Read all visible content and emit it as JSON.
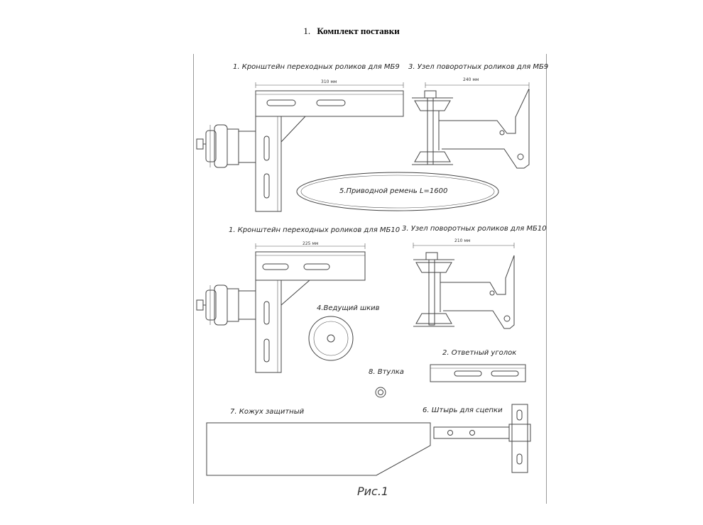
{
  "heading": {
    "number": "1.",
    "title": "Комплект поставки"
  },
  "labels": {
    "bracket_mb9": "1. Кронштейн переходных роликов для МБ9",
    "swivel_mb9": "3. Узел поворотных роликов для МБ9",
    "belt": "5.Приводной ремень L=1600",
    "bracket_mb10": "1. Кронштейн переходных роликов для МБ10",
    "swivel_mb10": "3. Узел поворотных роликов для МБ10",
    "drive_pulley": "4.Ведущий шкив",
    "counter_angle": "2. Ответный уголок",
    "bushing": "8. Втулка",
    "guard": "7. Кожух защитный",
    "hitch_pin": "6. Штырь для сцепки",
    "figure": "Рис.1"
  },
  "dimensions": {
    "bracket_mb9": "310 мм",
    "swivel_mb9": "240 мм",
    "bracket_mb10": "225 мм",
    "swivel_mb10": "210 мм"
  }
}
